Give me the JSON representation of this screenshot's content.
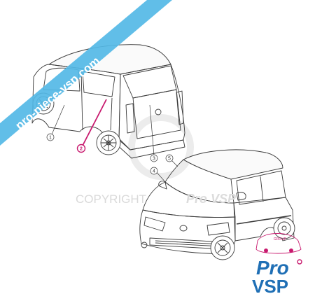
{
  "banner": {
    "text": "pro-piece-vsp.com",
    "color": "#54b8e6"
  },
  "watermark": {
    "copyright": "COPYRIGHT",
    "brand": "Pro VSP"
  },
  "callouts": [
    {
      "id": "1",
      "label": "1",
      "highlighted": false
    },
    {
      "id": "2",
      "label": "2",
      "highlighted": true
    },
    {
      "id": "3",
      "label": "3",
      "highlighted": false
    },
    {
      "id": "4",
      "label": "4",
      "highlighted": false
    },
    {
      "id": "5",
      "label": "5",
      "highlighted": false
    }
  ],
  "logo": {
    "group": "GROUP",
    "pro": "Pro",
    "vsp": "VSP",
    "accent": "#c8196e",
    "primary": "#1f6fb5"
  },
  "colors": {
    "line": "#3a3a3a",
    "highlight": "#c8196e",
    "watermark": "#dcdcdc"
  }
}
